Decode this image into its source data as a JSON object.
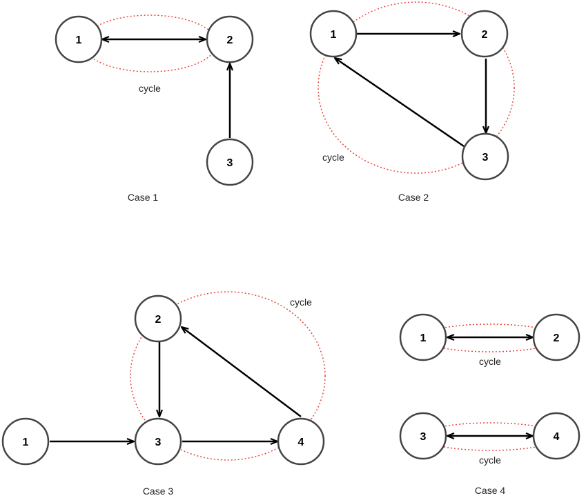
{
  "cases": [
    {
      "label": "Case 1",
      "cycle_label": "cycle",
      "nodes": [
        "1",
        "2",
        "3"
      ],
      "edges": [
        {
          "from": "1",
          "to": "2",
          "bidirectional": true
        },
        {
          "from": "3",
          "to": "2",
          "bidirectional": false
        }
      ]
    },
    {
      "label": "Case 2",
      "cycle_label": "cycle",
      "nodes": [
        "1",
        "2",
        "3"
      ],
      "edges": [
        {
          "from": "1",
          "to": "2",
          "bidirectional": false
        },
        {
          "from": "2",
          "to": "3",
          "bidirectional": false
        },
        {
          "from": "3",
          "to": "1",
          "bidirectional": false
        }
      ]
    },
    {
      "label": "Case 3",
      "cycle_label": "cycle",
      "nodes": [
        "1",
        "2",
        "3",
        "4"
      ],
      "edges": [
        {
          "from": "1",
          "to": "3",
          "bidirectional": false
        },
        {
          "from": "2",
          "to": "3",
          "bidirectional": false
        },
        {
          "from": "3",
          "to": "4",
          "bidirectional": false
        },
        {
          "from": "4",
          "to": "2",
          "bidirectional": false
        }
      ]
    },
    {
      "label": "Case 4",
      "cycle_labels": [
        "cycle",
        "cycle"
      ],
      "nodes": [
        "1",
        "2",
        "3",
        "4"
      ],
      "edges": [
        {
          "from": "1",
          "to": "2",
          "bidirectional": true
        },
        {
          "from": "3",
          "to": "4",
          "bidirectional": true
        }
      ]
    }
  ],
  "colors": {
    "node_stroke": "#444444",
    "edge": "#000000",
    "cycle_outline": "#e8443a"
  }
}
